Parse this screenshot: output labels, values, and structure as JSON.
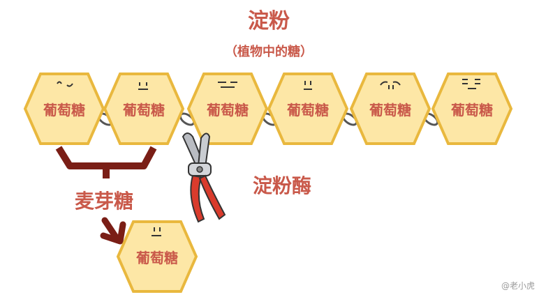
{
  "title": "淀粉",
  "subtitle": "（植物中的糖）",
  "glucose_label": "葡萄糖",
  "enzyme_label": "淀粉酶",
  "maltose_label": "麦芽糖",
  "watermark": "@老小虎",
  "colors": {
    "hex_fill": "#FDE7A6",
    "hex_stroke": "#E9B83E",
    "label_text": "#C9594A",
    "title_text": "#C9594A",
    "bracket": "#7A1E16",
    "plier_handle": "#D93B2C",
    "plier_metal": "#B9BCC2"
  },
  "chain_faces": [
    "wink",
    "neutral",
    "squint",
    "neutral",
    "worried",
    "sleepy"
  ]
}
